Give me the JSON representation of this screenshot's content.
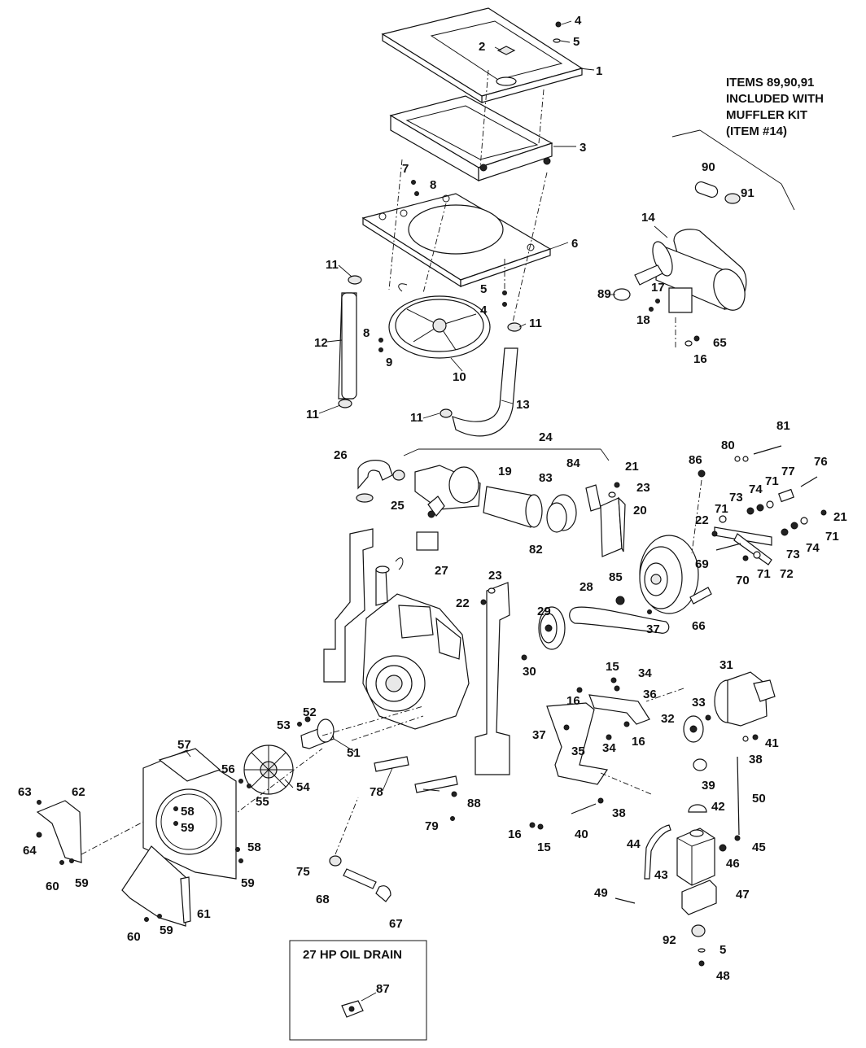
{
  "diagram": {
    "type": "exploded-parts-diagram",
    "note_lines": [
      "ITEMS 89,90,91",
      "INCLUDED WITH",
      "MUFFLER KIT",
      "(ITEM #14)"
    ],
    "inset_box_title": "27 HP OIL DRAIN",
    "callouts": {
      "c1": "1",
      "c2": "2",
      "c3": "3",
      "c4a": "4",
      "c4b": "4",
      "c5a": "5",
      "c5b": "5",
      "c5c": "5",
      "c6": "6",
      "c7": "7",
      "c8a": "8",
      "c8b": "8",
      "c9": "9",
      "c10": "10",
      "c11a": "11",
      "c11b": "11",
      "c11c": "11",
      "c11d": "11",
      "c12": "12",
      "c13": "13",
      "c14": "14",
      "c15a": "15",
      "c15b": "15",
      "c16a": "16",
      "c16b": "16",
      "c16c": "16",
      "c16d": "16",
      "c17": "17",
      "c18": "18",
      "c19": "19",
      "c20": "20",
      "c21a": "21",
      "c21b": "21",
      "c22a": "22",
      "c22b": "22",
      "c23a": "23",
      "c23b": "23",
      "c24": "24",
      "c25": "25",
      "c26": "26",
      "c27": "27",
      "c28": "28",
      "c29": "29",
      "c30": "30",
      "c31": "31",
      "c32": "32",
      "c33": "33",
      "c34a": "34",
      "c34b": "34",
      "c35": "35",
      "c36": "36",
      "c37a": "37",
      "c37b": "37",
      "c38a": "38",
      "c38b": "38",
      "c39": "39",
      "c40": "40",
      "c41": "41",
      "c42": "42",
      "c43": "43",
      "c44": "44",
      "c45": "45",
      "c46": "46",
      "c47": "47",
      "c48": "48",
      "c49": "49",
      "c50": "50",
      "c51": "51",
      "c52": "52",
      "c53": "53",
      "c54": "54",
      "c55": "55",
      "c56": "56",
      "c57": "57",
      "c58a": "58",
      "c58b": "58",
      "c59a": "59",
      "c59b": "59",
      "c59c": "59",
      "c59d": "59",
      "c60a": "60",
      "c60b": "60",
      "c61": "61",
      "c62": "62",
      "c63": "63",
      "c64": "64",
      "c65": "65",
      "c66": "66",
      "c67": "67",
      "c68": "68",
      "c69": "69",
      "c70": "70",
      "c71a": "71",
      "c71b": "71",
      "c71c": "71",
      "c71d": "71",
      "c72": "72",
      "c73a": "73",
      "c73b": "73",
      "c74a": "74",
      "c74b": "74",
      "c75": "75",
      "c76": "76",
      "c77": "77",
      "c78": "78",
      "c79": "79",
      "c80": "80",
      "c81": "81",
      "c82": "82",
      "c83": "83",
      "c84": "84",
      "c85": "85",
      "c86": "86",
      "c87": "87",
      "c88": "88",
      "c89": "89",
      "c90": "90",
      "c91": "91",
      "c92": "92"
    }
  }
}
